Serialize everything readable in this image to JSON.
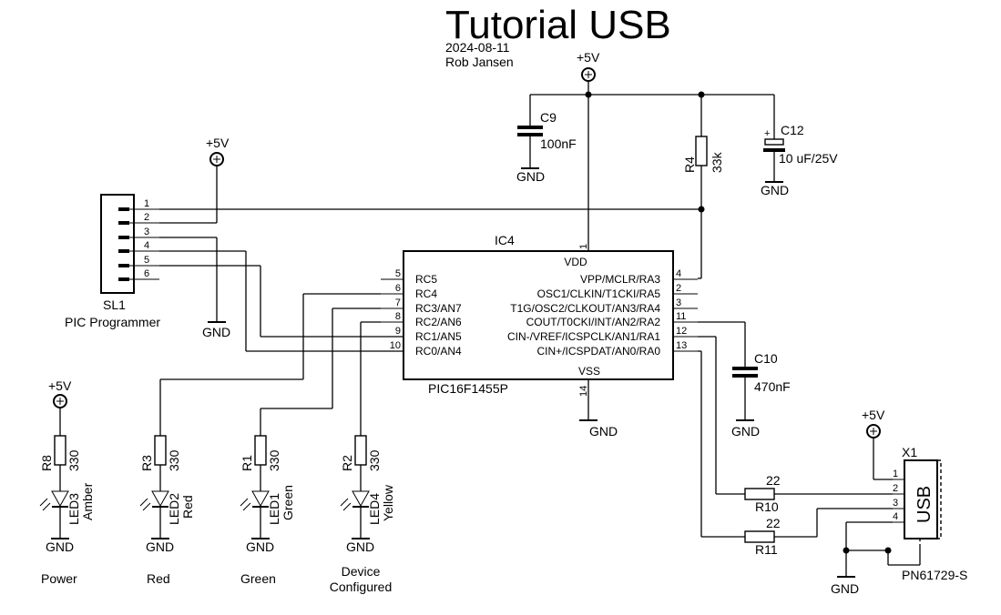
{
  "title": "Tutorial USB",
  "date": "2024-08-11",
  "author": "Rob Jansen",
  "power": {
    "vcc": "+5V",
    "gnd": "GND"
  },
  "ic": {
    "ref": "IC4",
    "part": "PIC16F1455P",
    "vdd": "VDD",
    "vss": "VSS",
    "vdd_pin": "1",
    "vss_pin": "14",
    "left_pins": [
      {
        "num": "5",
        "name": "RC5"
      },
      {
        "num": "6",
        "name": "RC4"
      },
      {
        "num": "7",
        "name": "RC3/AN7"
      },
      {
        "num": "8",
        "name": "RC2/AN6"
      },
      {
        "num": "9",
        "name": "RC1/AN5"
      },
      {
        "num": "10",
        "name": "RC0/AN4"
      }
    ],
    "right_pins": [
      {
        "num": "4",
        "name": "VPP/MCLR/RA3"
      },
      {
        "num": "2",
        "name": "OSC1/CLKIN/T1CKI/RA5"
      },
      {
        "num": "3",
        "name": "T1G/OSC2/CLKOUT/AN3/RA4"
      },
      {
        "num": "11",
        "name": "COUT/T0CKI/INT/AN2/RA2"
      },
      {
        "num": "12",
        "name": "CIN-/VREF/ICSPCLK/AN1/RA1"
      },
      {
        "num": "13",
        "name": "CIN+/ICSPDAT/AN0/RA0"
      }
    ]
  },
  "connector": {
    "ref": "SL1",
    "name": "PIC Programmer",
    "pins": [
      "1",
      "2",
      "3",
      "4",
      "5",
      "6"
    ]
  },
  "usb": {
    "ref": "X1",
    "part": "PN61729-S",
    "label": "USB",
    "pins": [
      "1",
      "2",
      "3",
      "4"
    ]
  },
  "caps": {
    "c9": {
      "ref": "C9",
      "value": "100nF"
    },
    "c10": {
      "ref": "C10",
      "value": "470nF"
    },
    "c12": {
      "ref": "C12",
      "value": "10 uF/25V",
      "polarity": "+"
    }
  },
  "resistors": {
    "r4": {
      "ref": "R4",
      "value": "33k"
    },
    "r10": {
      "ref": "R10",
      "value": "22"
    },
    "r11": {
      "ref": "R11",
      "value": "22"
    }
  },
  "leds": [
    {
      "res_ref": "R8",
      "res_value": "330",
      "led_ref": "LED3",
      "color": "Amber",
      "caption": "Power"
    },
    {
      "res_ref": "R3",
      "res_value": "330",
      "led_ref": "LED2",
      "color": "Red",
      "caption": "Red"
    },
    {
      "res_ref": "R1",
      "res_value": "330",
      "led_ref": "LED1",
      "color": "Green",
      "caption": "Green"
    },
    {
      "res_ref": "R2",
      "res_value": "330",
      "led_ref": "LED4",
      "color": "Yellow",
      "caption_line1": "Device",
      "caption_line2": "Configured"
    }
  ]
}
